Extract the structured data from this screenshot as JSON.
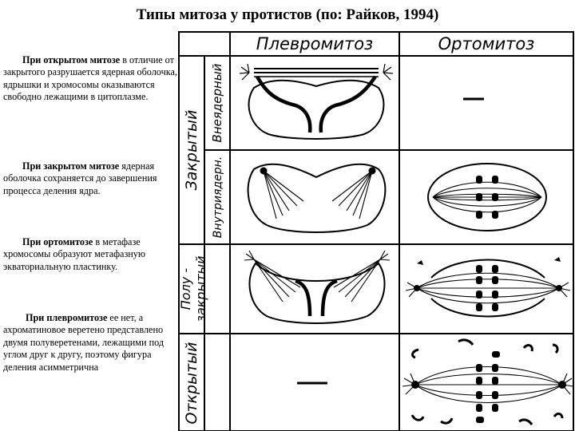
{
  "title": "Типы митоза у протистов (по: Райков, 1994)",
  "paragraphs": [
    {
      "bold": "При открытом митозе",
      "rest": " в отличие от закрытого разрушается ядерная оболочка, ядрышки и хромосомы оказываются свободно лежащими в цитоплазме."
    },
    {
      "bold": "При закрытом митозе",
      "rest": " ядерная оболочка сохраняется до завершения процесса деления ядра."
    },
    {
      "bold": "При ортомитозе",
      "rest": " в метафазе хромосомы образуют метафазную экваториальную пластинку."
    },
    {
      "bold": "При плевромитозе",
      "rest": "  ее нет, а ахроматиновое веретено представлено двумя полуверетенами, лежащими под углом друг к другу, поэтому фигура деления асимметрична"
    }
  ],
  "table": {
    "col_headers": [
      "Плевромитоз",
      "Ортомитоз"
    ],
    "row_groups": [
      "Закрытый",
      "Полу - закрытый",
      "Открытый"
    ],
    "sub_rows": [
      "Внеядерный",
      "Внутриядерн."
    ]
  }
}
